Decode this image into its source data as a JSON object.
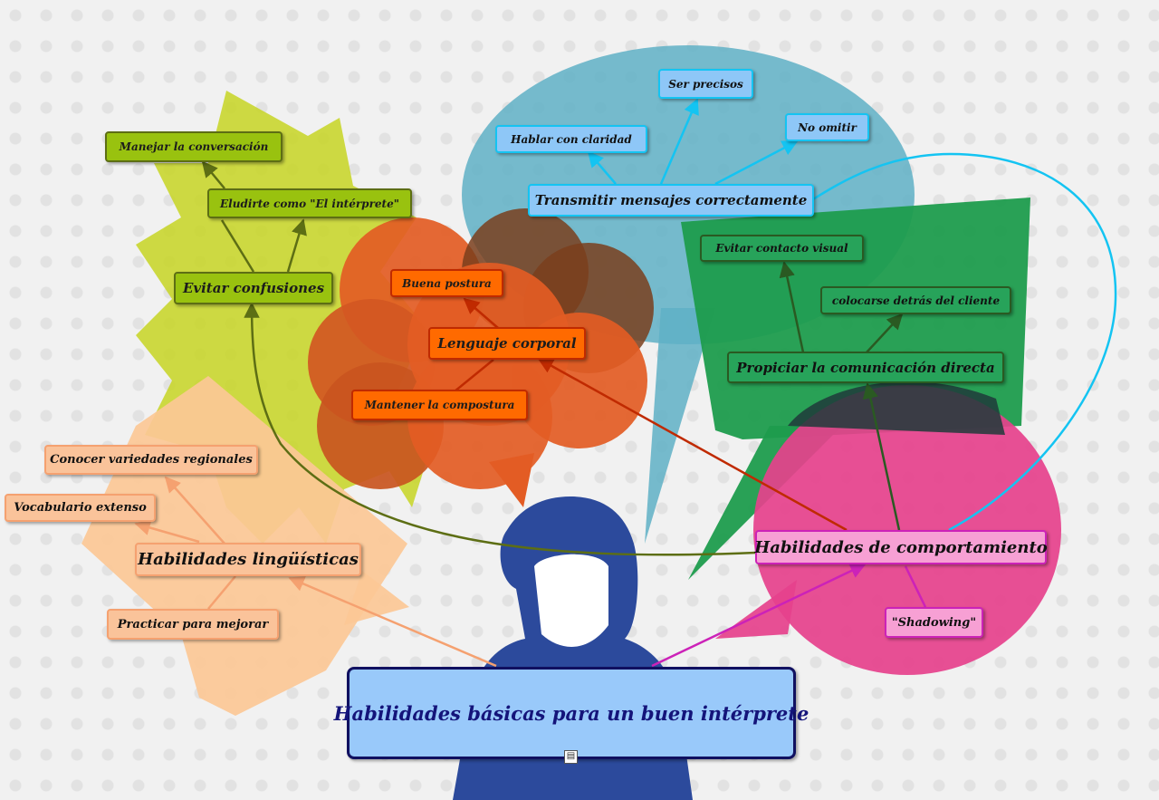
{
  "root": {
    "label": "Habilidades básicas para un buen intérprete"
  },
  "branches": {
    "linguisticas": {
      "label": "Habilidades lingüísticas",
      "children": [
        "Conocer variedades regionales",
        "Vocabulario extenso",
        "Practicar para mejorar"
      ]
    },
    "comportamiento": {
      "label": "Habilidades de comportamiento",
      "children": [
        "\"Shadowing\""
      ]
    },
    "confusiones": {
      "label": "Evitar confusiones",
      "children": [
        "Eludirte como \"El intérprete\"",
        "Manejar la conversación"
      ]
    },
    "corporal": {
      "label": "Lenguaje corporal",
      "children": [
        "Buena postura",
        "Mantener la compostura"
      ]
    },
    "transmitir": {
      "label": "Transmitir mensajes correctamente",
      "children": [
        "Hablar con claridad",
        "Ser precisos",
        "No omitir"
      ]
    },
    "propiciar": {
      "label": "Propiciar la comunicación directa",
      "children": [
        "Evitar contacto visual",
        "colocarse detrás del cliente"
      ]
    }
  },
  "icons": {
    "note": "note-icon"
  },
  "colors": {
    "green": "#99c20f",
    "orange": "#ff6a00",
    "blue": "#8ec7f7",
    "dark_green": "#27a35a",
    "peach": "#fac39a",
    "pink": "#f7a0d4",
    "root": "#99c9fa"
  }
}
